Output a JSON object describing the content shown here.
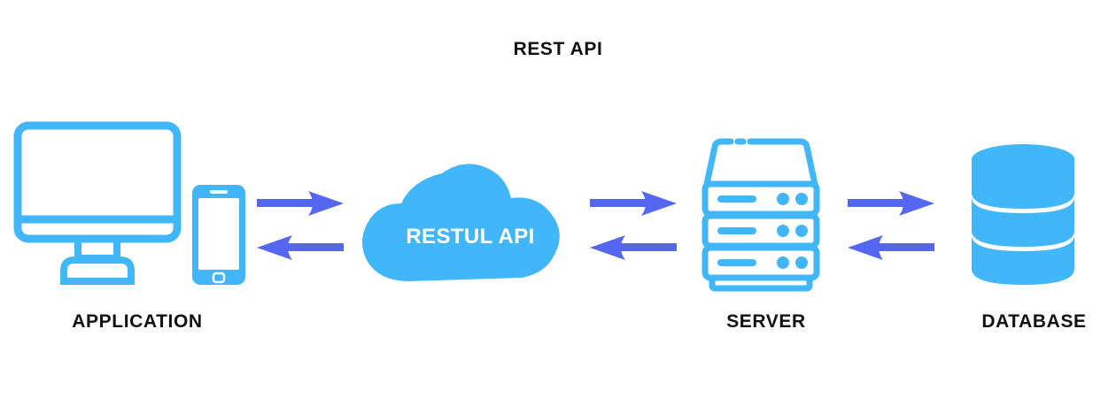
{
  "diagram": {
    "title": "REST API",
    "type": "architecture-flow",
    "background_color": "#ffffff",
    "icon_color": "#41b6f9",
    "arrow_color": "#5566f0",
    "text_color": "#111111",
    "cloud_text_color": "#ffffff"
  },
  "nodes": [
    {
      "id": "application",
      "label": "APPLICATION",
      "icons": [
        "monitor-icon",
        "smartphone-icon"
      ],
      "style": "outline"
    },
    {
      "id": "cloud",
      "label": "RESTUL API",
      "icons": [
        "cloud-icon"
      ],
      "style": "filled"
    },
    {
      "id": "server",
      "label": "SERVER",
      "icons": [
        "server-rack-icon"
      ],
      "style": "outline",
      "rack_units": 3
    },
    {
      "id": "database",
      "label": "DATABASE",
      "icons": [
        "database-cylinder-icon"
      ],
      "style": "filled",
      "disc_count": 3
    }
  ],
  "connections": [
    {
      "id": "application-cloud",
      "from": "application",
      "to": "cloud",
      "bidirectional": true,
      "arrows": [
        "right",
        "left"
      ]
    },
    {
      "id": "cloud-server",
      "from": "cloud",
      "to": "server",
      "bidirectional": true,
      "arrows": [
        "right",
        "left"
      ]
    },
    {
      "id": "server-database",
      "from": "server",
      "to": "database",
      "bidirectional": true,
      "arrows": [
        "right",
        "left"
      ]
    }
  ]
}
